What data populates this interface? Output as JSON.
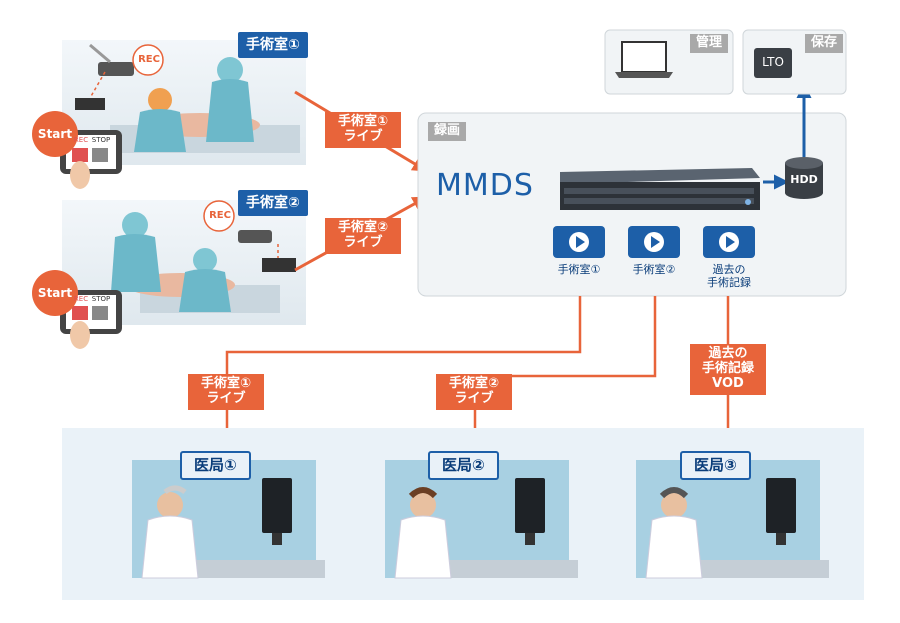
{
  "surgery_rooms": [
    {
      "label": "手術室①",
      "rec": "REC",
      "start": "Start",
      "btn_rec": "REC",
      "btn_stop": "STOP"
    },
    {
      "label": "手術室②",
      "rec": "REC",
      "start": "Start",
      "btn_rec": "REC",
      "btn_stop": "STOP"
    }
  ],
  "live_labels": [
    {
      "line1": "手術室①",
      "line2": "ライブ"
    },
    {
      "line1": "手術室②",
      "line2": "ライブ"
    }
  ],
  "recording": {
    "section_label": "録画",
    "system_name": "MMDS",
    "storage": "HDD",
    "streams": [
      {
        "line1": "手術室①",
        "line2": ""
      },
      {
        "line1": "手術室②",
        "line2": ""
      },
      {
        "line1": "過去の",
        "line2": "手術記録"
      }
    ]
  },
  "admin": {
    "label": "管理"
  },
  "archive": {
    "label": "保存",
    "device": "LTO"
  },
  "distribution": [
    {
      "line1": "手術室①",
      "line2": "ライブ",
      "line3": ""
    },
    {
      "line1": "手術室②",
      "line2": "ライブ",
      "line3": ""
    },
    {
      "line1": "過去の",
      "line2": "手術記録",
      "line3": "VOD"
    }
  ],
  "offices": [
    "医局①",
    "医局②",
    "医局③"
  ],
  "colors": {
    "accent": "#e8643a",
    "brand": "#1d5fa8",
    "panel": "#eef3f7"
  }
}
